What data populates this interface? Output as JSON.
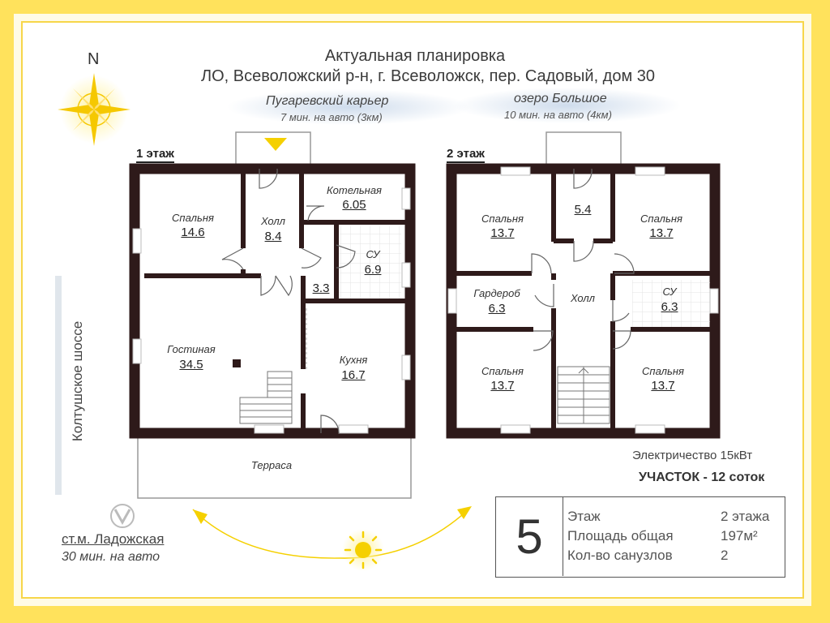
{
  "header": {
    "title": "Актуальная планировка",
    "address": "ЛО, Всеволожский р-н, г. Всеволожск, пер. Садовый, дом 30"
  },
  "compass": {
    "north_label": "N",
    "icon": "compass-rose-icon"
  },
  "landmarks": [
    {
      "name": "Пугаревский карьер",
      "time": "7 мин. на авто (3км)"
    },
    {
      "name": "озеро Большое",
      "time": "10 мин. на авто (4км)"
    }
  ],
  "road_label": "Колтушское шоссе",
  "metro": {
    "icon": "metro-logo-icon",
    "station": "ст.м. Ладожская",
    "time": "30 мин. на авто"
  },
  "floor1": {
    "label": "1 этаж",
    "rooms": {
      "bedroom": {
        "name": "Спальня",
        "area": "14.6"
      },
      "hall": {
        "name": "Холл",
        "area": "8.4"
      },
      "boiler": {
        "name": "Котельная",
        "area": "6.05"
      },
      "bath": {
        "name": "СУ",
        "area": "6.9"
      },
      "corridor": {
        "area": "3.3"
      },
      "living": {
        "name": "Гостиная",
        "area": "34.5"
      },
      "kitchen": {
        "name": "Кухня",
        "area": "16.7"
      },
      "terrace": {
        "name": "Терраса"
      }
    }
  },
  "floor2": {
    "label": "2 этаж",
    "rooms": {
      "bedroom_tl": {
        "name": "Спальня",
        "area": "13.7"
      },
      "small_room": {
        "area": "5.4"
      },
      "bedroom_tr": {
        "name": "Спальня",
        "area": "13.7"
      },
      "wardrobe": {
        "name": "Гардероб",
        "area": "6.3"
      },
      "hall": {
        "name": "Холл"
      },
      "bath": {
        "name": "СУ",
        "area": "6.3"
      },
      "bedroom_bl": {
        "name": "Спальня",
        "area": "13.7"
      },
      "bedroom_br": {
        "name": "Спальня",
        "area": "13.7"
      }
    }
  },
  "electricity": "Электричество 15кВт",
  "plot": "УЧАСТОК - 12 соток",
  "info": {
    "number": "5",
    "rows": [
      {
        "label": "Этаж",
        "value": "2 этажа"
      },
      {
        "label": "Площадь общая",
        "value": "197м²"
      },
      {
        "label": "Кол-во санузлов",
        "value": "2"
      }
    ]
  },
  "colors": {
    "frame": "#ffe25c",
    "wall": "#2e1a1a",
    "sun": "#f5d000",
    "arrow": "#f5d000"
  }
}
